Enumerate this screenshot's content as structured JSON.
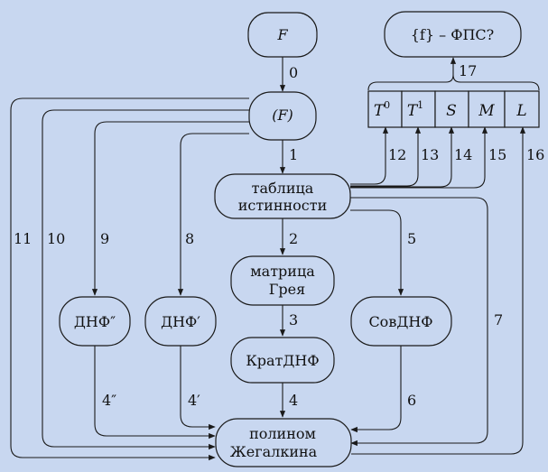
{
  "nodes": {
    "F": "F",
    "F_paren": "(F)",
    "truth_table": [
      "таблица",
      "истинности"
    ],
    "gray_matrix": [
      "матрица",
      "Грея"
    ],
    "short_dnf": "КратДНФ",
    "perfect_dnf": "СовДНФ",
    "dnf_prime": "ДНФ′",
    "dnf_double_prime": "ДНФ″",
    "zhegalkin": [
      "полином",
      "Жегалкина"
    ],
    "fps_question": "{f} – ФПС?"
  },
  "post_classes": [
    {
      "letter": "T",
      "sup": "0"
    },
    {
      "letter": "T",
      "sup": "1"
    },
    {
      "letter": "S",
      "sup": ""
    },
    {
      "letter": "M",
      "sup": ""
    },
    {
      "letter": "L",
      "sup": ""
    }
  ],
  "edge_labels": {
    "e0": "0",
    "e1": "1",
    "e2": "2",
    "e3": "3",
    "e4": "4",
    "e4p": "4′",
    "e4pp": "4″",
    "e5": "5",
    "e6": "6",
    "e7": "7",
    "e8": "8",
    "e9": "9",
    "e10": "10",
    "e11": "11",
    "e12": "12",
    "e13": "13",
    "e14": "14",
    "e15": "15",
    "e16": "16",
    "e17": "17"
  }
}
